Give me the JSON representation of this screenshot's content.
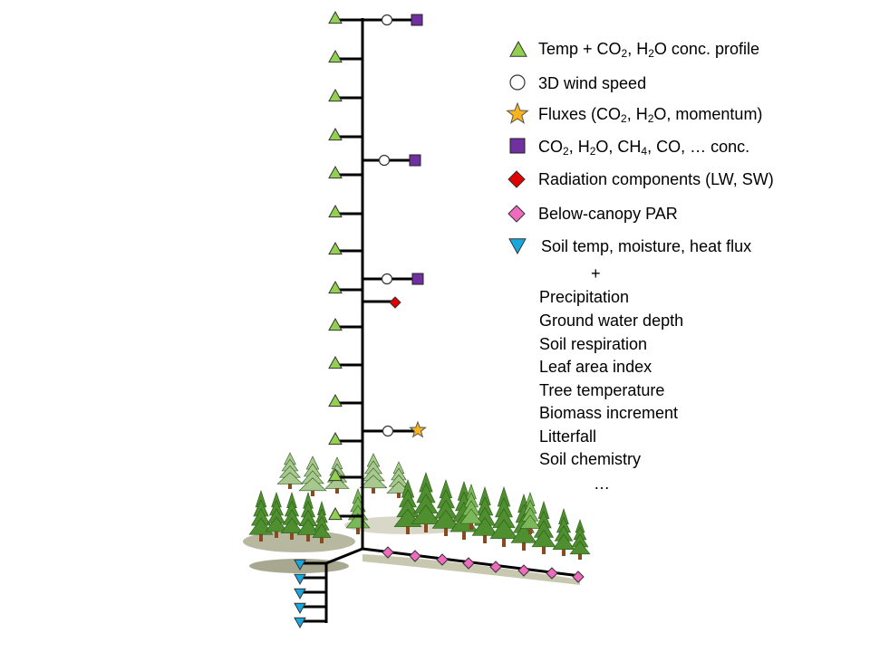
{
  "colors": {
    "triangle_green": "#92d050",
    "square_purple": "#7030a0",
    "star_orange": "#f7b41b",
    "diamond_red": "#e00000",
    "diamond_pink": "#f06ac0",
    "triangle_blue": "#18a8e0",
    "tree_dark": "#4f8f2f",
    "tree_light": "#a8c890",
    "ground": "#a0a080"
  },
  "legend": [
    {
      "icon": "green-triangle-icon",
      "text": "Temp + CO₂, H₂O conc. profile"
    },
    {
      "icon": "white-circle-icon",
      "text": "3D wind speed"
    },
    {
      "icon": "orange-star-icon",
      "text": "Fluxes (CO₂, H₂O, momentum)"
    },
    {
      "icon": "purple-square-icon",
      "text": "CO₂, H₂O, CH₄, CO, … conc."
    },
    {
      "icon": "red-diamond-icon",
      "text": "Radiation components (LW, SW)"
    },
    {
      "icon": "pink-diamond-icon",
      "text": "Below-canopy PAR"
    },
    {
      "icon": "blue-down-triangle-icon",
      "text": "Soil temp, moisture, heat flux"
    }
  ],
  "plus": "+",
  "extras": [
    "Precipitation",
    "Ground water depth",
    "Soil respiration",
    "Leaf area index",
    "Tree temperature",
    "Biomass increment",
    "Litterfall",
    "Soil chemistry"
  ],
  "ellipsis": "…"
}
